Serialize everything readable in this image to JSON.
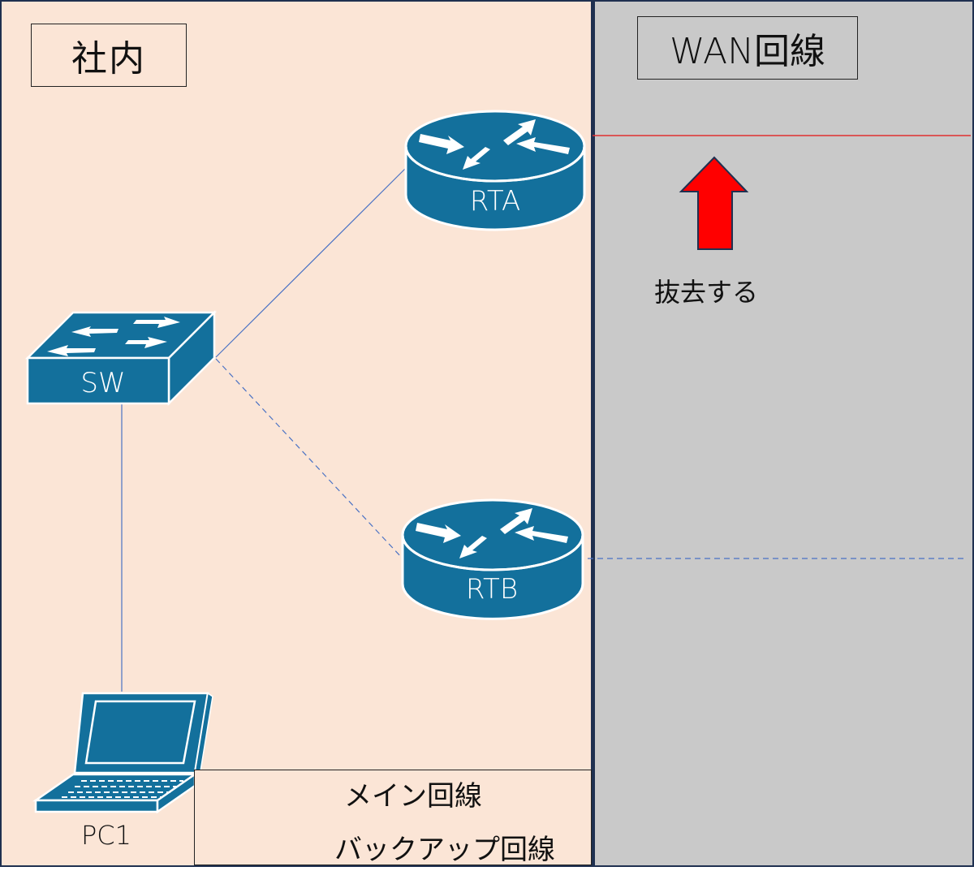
{
  "zones": {
    "lan": {
      "title": "社内",
      "background": "#fbe5d6"
    },
    "wan": {
      "title": "WAN回線",
      "background": "#c9c9c9"
    }
  },
  "devices": {
    "rta": {
      "label": "RTA",
      "type": "router"
    },
    "rtb": {
      "label": "RTB",
      "type": "router"
    },
    "sw": {
      "label": "SW",
      "type": "switch"
    },
    "pc1": {
      "label": "PC1",
      "type": "laptop"
    }
  },
  "links": [
    {
      "from": "SW",
      "to": "RTA",
      "style": "solid",
      "kind": "main"
    },
    {
      "from": "SW",
      "to": "RTB",
      "style": "dashed",
      "kind": "backup"
    },
    {
      "from": "SW",
      "to": "PC1",
      "style": "solid",
      "kind": "main"
    },
    {
      "from": "RTA",
      "to": "WAN",
      "style": "solid",
      "kind": "wan-main",
      "color": "#e03030"
    },
    {
      "from": "RTB",
      "to": "WAN",
      "style": "dashed",
      "kind": "wan-backup",
      "color": "#4a72c4"
    }
  ],
  "annotation": {
    "text": "抜去する",
    "arrow": "up-arrow",
    "arrow_color": "#ff0000"
  },
  "legend": {
    "items": [
      {
        "label": "メイン回線",
        "style": "solid"
      },
      {
        "label": "バックアップ回線",
        "style": "dashed"
      }
    ]
  },
  "colors": {
    "device_fill": "#13709c",
    "link_blue": "#4a72c4",
    "wan_line_red": "#e03030",
    "border_navy": "#1f3050"
  }
}
